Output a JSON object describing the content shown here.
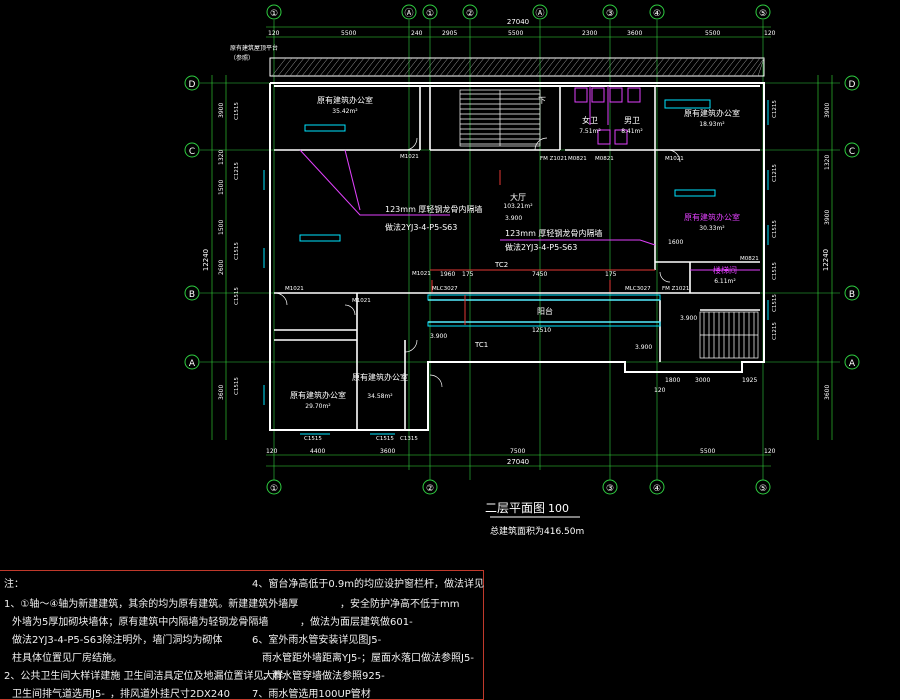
{
  "plan": {
    "title": "二层平面图",
    "scale": "100",
    "area_note": "总建筑面积为416.50m"
  },
  "axes": {
    "top": [
      "①",
      "Ⓐ",
      "①",
      "②",
      "Ⓐ",
      "③",
      "④",
      "⑤"
    ],
    "bottom": [
      "①",
      "②",
      "③",
      "④",
      "⑤"
    ],
    "left": [
      "D",
      "C",
      "B",
      "A"
    ],
    "right": [
      "D",
      "C",
      "B",
      "A"
    ]
  },
  "dims": {
    "total_width": "27040",
    "top_segments": [
      "120",
      "5500",
      "240",
      "2905",
      "5500",
      "2300",
      "3600",
      "5500",
      "120"
    ],
    "bottom_segments": [
      "120",
      "4400",
      "3600",
      "7500",
      "5500",
      "120"
    ],
    "bottom_total": "27040",
    "left_total": "12240",
    "right_total": "12240",
    "left_segments": [
      "3900",
      "1320",
      "1500",
      "1500",
      "2600",
      "3600"
    ],
    "right_segments": [
      "3900",
      "1320",
      "3900",
      "3600"
    ],
    "inner": [
      "1960",
      "175",
      "7450",
      "175",
      "12510",
      "3.900",
      "3.900",
      "3.900",
      "1600",
      "3000",
      "1925",
      "120",
      "1800"
    ]
  },
  "rooms": {
    "office_nw": "原有建筑办公室",
    "office_nw_area": "35.42m²",
    "hall": "大厅",
    "hall_area": "103.21m²",
    "toilet_f": "女卫",
    "toilet_f_area": "7.51m²",
    "toilet_m": "男卫",
    "toilet_m_area": "8.41m²",
    "office_ne": "原有建筑办公室",
    "office_ne_area": "18.93m²",
    "office_e": "原有建筑办公室",
    "office_e_area": "30.33m²",
    "stair_room": "楼梯间",
    "stair_room_area": "6.11m²",
    "balcony": "阳台",
    "office_sw": "原有建筑办公室",
    "office_sw_area": "29.70m²",
    "office_s2": "原有建筑办公室",
    "office_s2_area": "34.58m²",
    "stair_down": "下"
  },
  "annotations": {
    "partition1": "123mm 厚轻钢龙骨内隔墙",
    "partition1_ref": "做法2YJ3-4-P5-S63",
    "partition2": "123mm 厚轻钢龙骨内隔墙",
    "partition2_ref": "做法2YJ3-4-P5-S63",
    "dim_3900": "3.900",
    "tc2": "TC2",
    "tc1": "TC1",
    "top_note": "原有建筑屋顶平台",
    "top_note2": "（参照）"
  },
  "openings": [
    "M1021",
    "M1021",
    "C1215",
    "C1515",
    "C1515",
    "C1515",
    "C1215",
    "C1215",
    "C1515",
    "C1515",
    "MLC3027",
    "MLC3027",
    "FM Z1021",
    "M0821",
    "M0821",
    "M1021",
    "M1021",
    "C1515",
    "C1515",
    "M1021",
    "C1315",
    "C1515",
    "C1215",
    "C1515",
    "FM Z1021",
    "M0821"
  ],
  "notes": {
    "header_left": "注：",
    "header_right": "4、窗台净高低于0.9m的均应设护窗栏杆，做法详见",
    "rows": [
      {
        "left": "1、①轴～④轴为新建建筑，其余的均为原有建筑。新建建筑外墙厚",
        "right": "，安全防护净高不低于mm"
      },
      {
        "left": "外墙为5厚加砌块墙体；原有建筑中内隔墙为轻钢龙骨隔墙",
        "right": "，做法为面层建筑做601-"
      },
      {
        "left": "做法2YJ3-4-P5-S63除注明外，墙门洞均为砌体",
        "right": "6、室外雨水管安装详见图J5-"
      },
      {
        "left": "柱具体位置见厂房结施。",
        "right": "雨水管距外墙距离YJ5-；屋面水落口做法参照J5-"
      },
      {
        "left": "2、公共卫生间大样详建施 卫生间洁具定位及地漏位置详见大样",
        "right": "，雨水管穿墙做法参照925-"
      },
      {
        "left": "卫生间排气道选用J5-",
        "right": "，排风道外挂尺寸2DX240"
      },
      {
        "left": "",
        "right": "7、雨水管选用100UP管材"
      }
    ]
  },
  "colors": {
    "bg": "#000000",
    "axis": "#2ecc40",
    "wall": "#ffffff",
    "dim": "#38e038",
    "cyan": "#00e5ff",
    "magenta": "#e040fb",
    "red": "#e53935",
    "yellow": "#ffeb3b",
    "text": "#ffffff"
  }
}
